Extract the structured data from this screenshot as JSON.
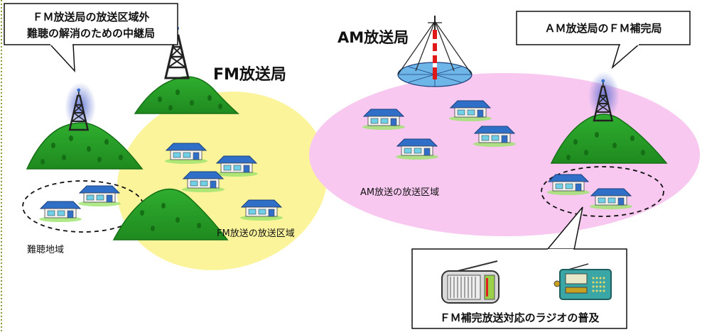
{
  "callouts": {
    "relay": {
      "line1": "ＦＭ放送局の放送区域外",
      "line2": "難聴の解消のための中継局"
    },
    "am_fm": {
      "text": "ＡＭ放送局のＦＭ補完局"
    },
    "radio": {
      "text": "ＦＭ補完放送対応のラジオの普及"
    }
  },
  "labels": {
    "fm_station": "FM放送局",
    "am_station": "AM放送局",
    "am_area": "AM放送の放送区域",
    "fm_area": "FM放送の放送区域",
    "difficult_area": "難聴地域"
  },
  "colors": {
    "fm_area_fill": "#fbf49a",
    "am_area_fill": "#f8c8f0",
    "mountain_green": "#33a833",
    "house_roof": "#2f6fc8",
    "tower_glow": "#7a8fd8"
  }
}
